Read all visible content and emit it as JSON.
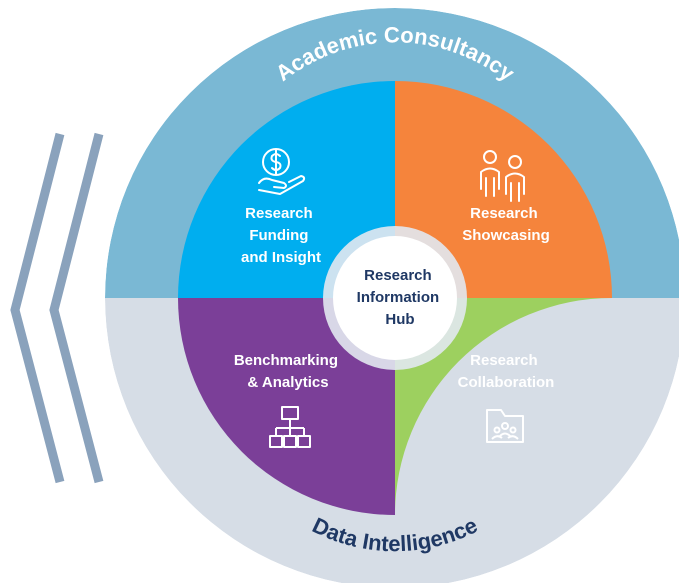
{
  "outer_ring": {
    "top_label": "Academic Consultancy",
    "bottom_label": "Data Intelligence"
  },
  "hub": {
    "lines": [
      "Research",
      "Information",
      "Hub"
    ]
  },
  "quadrants": {
    "funding": {
      "lines": [
        "Research",
        "Funding",
        "and Insight"
      ],
      "icon": "money-hand-icon"
    },
    "showcasing": {
      "lines": [
        "Research",
        "Showcasing"
      ],
      "icon": "people-icon"
    },
    "benchmarking": {
      "lines": [
        "Benchmarking",
        "& Analytics"
      ],
      "icon": "org-chart-icon"
    },
    "collaboration": {
      "lines": [
        "Research",
        "Collaboration"
      ],
      "icon": "folder-team-icon"
    }
  },
  "colors": {
    "top_ring": "#7ab8d4",
    "bottom_ring": "#d6dde6",
    "funding": "#00aeef",
    "showcasing": "#f5843c",
    "benchmarking": "#7b3f98",
    "collaboration": "#9dd05f",
    "chevron": "#8aa2bc",
    "hub_text": "#1f3864",
    "bottom_label": "#1f3864",
    "top_label": "#ffffff"
  }
}
